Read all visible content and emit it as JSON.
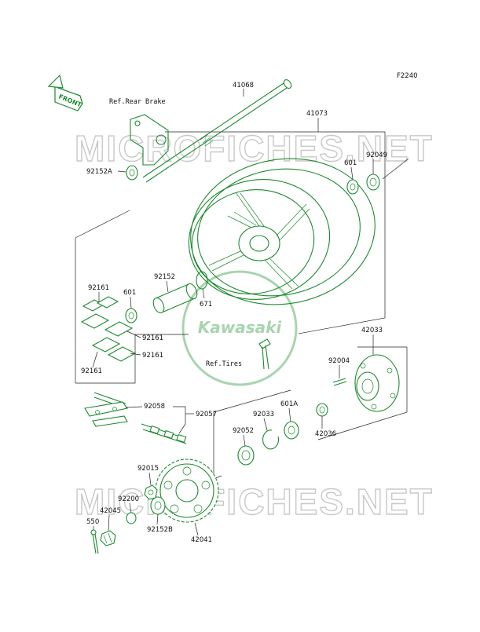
{
  "figure_code": "F2240",
  "front_label": "FRONT",
  "watermark_text": "MICROFICHES.NET",
  "logo_text": "Kawasaki",
  "refs": {
    "rear_brake": "Ref.Rear Brake",
    "tires": "Ref.Tires"
  },
  "parts": {
    "p41068": "41068",
    "p41073": "41073",
    "p92152A": "92152A",
    "p92049": "92049",
    "p601_top": "601",
    "p92161_a": "92161",
    "p601_left": "601",
    "p92152": "92152",
    "p671": "671",
    "p92161_b": "92161",
    "p92161_c": "92161",
    "p92161_d": "92161",
    "p42033": "42033",
    "p92004": "92004",
    "p92058": "92058",
    "p92057": "92057",
    "p601A": "601A",
    "p92033": "92033",
    "p92052": "92052",
    "p42036": "42036",
    "p92015": "92015",
    "p92200": "92200",
    "p42045": "42045",
    "p550": "550",
    "p92152B": "92152B",
    "p42041": "42041"
  },
  "colors": {
    "line_art": "#1c8a2e",
    "watermark": "#c9c9c9",
    "logo": "#a8d4ae"
  }
}
